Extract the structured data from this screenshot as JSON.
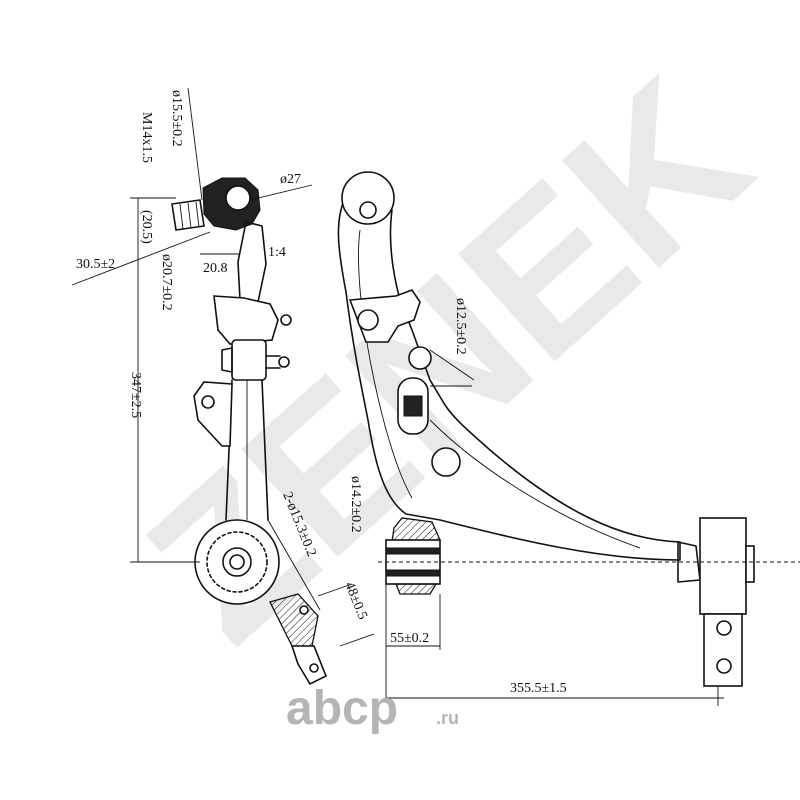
{
  "watermark": {
    "brand": "ZENEK"
  },
  "logo": {
    "text": "abcp",
    "suffix": ".ru",
    "color": "#b5b5b5"
  },
  "dimensions": {
    "thread": "M14x1.5",
    "pin_dia": "ø15.5±0.2",
    "ball_dia": "ø27",
    "offset_20_5": "(20.5)",
    "dist_30_5": "30.5±2",
    "len_20_8": "20.8",
    "taper_dia": "ø20.7±0.2",
    "taper": "1:4",
    "length_347": "347±2.5",
    "hole_12_5": "ø12.5±0.2",
    "hole_14_2": "ø14.2±0.2",
    "holes_15_3": "2-ø15.3±0.2",
    "width_48": "48±0.5",
    "width_55": "55±0.2",
    "length_355": "355.5±1.5"
  }
}
